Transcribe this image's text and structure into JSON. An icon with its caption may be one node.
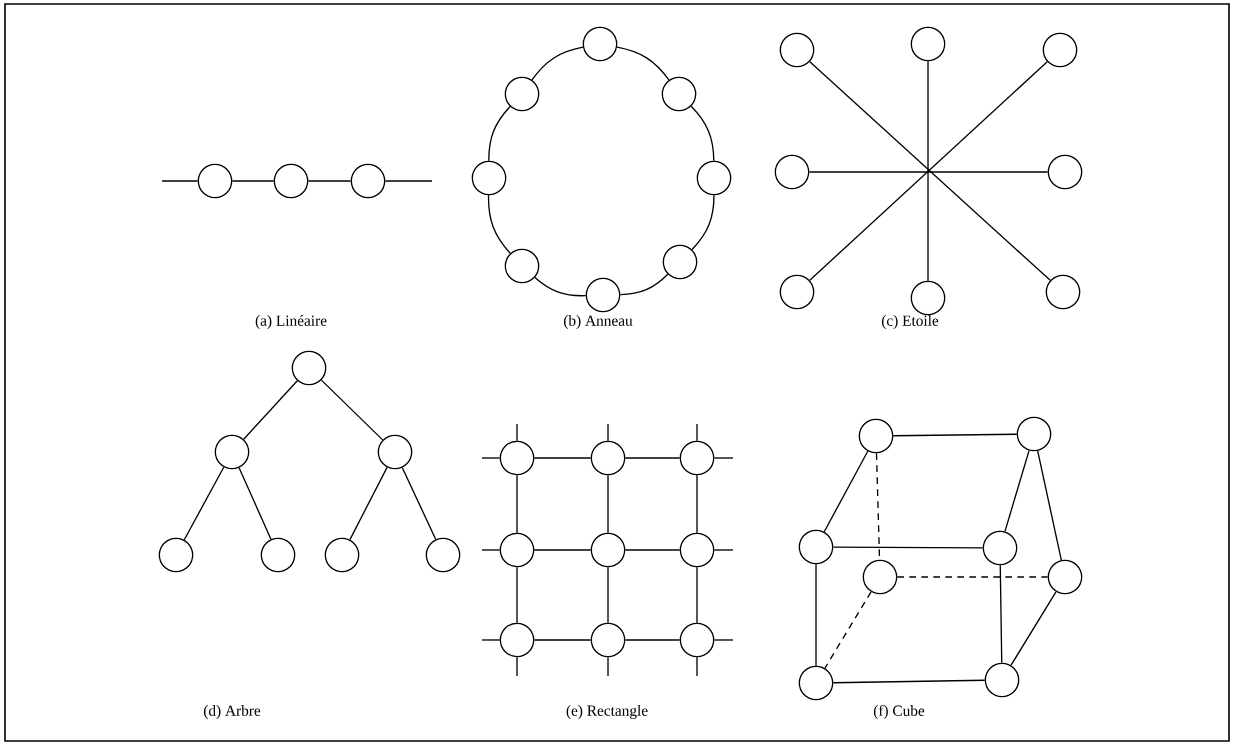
{
  "diagram": {
    "nodes": [
      {
        "text": [],
        "shape": "circle"
      },
      {
        "text": [],
        "shape": "circle"
      },
      {
        "text": [],
        "shape": "circle"
      },
      {
        "text": [],
        "shape": "circle"
      },
      {
        "text": [],
        "shape": "circle"
      },
      {
        "text": [],
        "shape": "circle"
      },
      {
        "text": [],
        "shape": "circle"
      },
      {
        "text": [],
        "shape": "circle"
      },
      {
        "text": [],
        "shape": "circle"
      },
      {
        "text": [],
        "shape": "circle"
      },
      {
        "text": [],
        "shape": "circle"
      },
      {
        "text": [],
        "shape": "circle"
      },
      {
        "text": [],
        "shape": "circle"
      },
      {
        "text": [],
        "shape": "circle"
      },
      {
        "text": [],
        "shape": "circle"
      },
      {
        "text": [],
        "shape": "circle"
      },
      {
        "text": [],
        "shape": "circle"
      },
      {
        "text": [],
        "shape": "circle"
      },
      {
        "text": [],
        "shape": "circle"
      },
      {
        "text": [],
        "shape": "circle"
      },
      {
        "text": [],
        "shape": "circle"
      },
      {
        "text": [],
        "shape": "circle"
      },
      {
        "text": [],
        "shape": "circle"
      },
      {
        "text": [],
        "shape": "circle"
      },
      {
        "text": [],
        "shape": "circle"
      },
      {
        "text": [],
        "shape": "circle"
      },
      {
        "text": [],
        "shape": "circle"
      },
      {
        "text": [],
        "shape": "circle"
      },
      {
        "text": [],
        "shape": "circle"
      },
      {
        "text": [],
        "shape": "circle"
      },
      {
        "text": [],
        "shape": "circle"
      },
      {
        "text": [],
        "shape": "circle"
      },
      {
        "text": [],
        "shape": "circle"
      },
      {
        "text": [],
        "shape": "circle"
      },
      {
        "text": [],
        "shape": "circle"
      },
      {
        "text": [],
        "shape": "circle"
      },
      {
        "text": [],
        "shape": "circle"
      },
      {
        "text": [],
        "shape": "circle"
      },
      {
        "text": [],
        "shape": "circle"
      },
      {
        "text": [],
        "shape": "circle"
      },
      {
        "text": [],
        "shape": "circle"
      },
      {
        "text": [],
        "shape": "circle"
      },
      {
        "text": [],
        "shape": "circle"
      }
    ],
    "edges": [
      {
        "from": null,
        "to": 0,
        "arrow": "none"
      },
      {
        "from": 0,
        "to": 1,
        "arrow": "none"
      },
      {
        "from": 1,
        "to": 2,
        "arrow": "none"
      },
      {
        "from": 2,
        "to": null,
        "arrow": "none"
      },
      {
        "from": 3,
        "to": 4,
        "arrow": "none"
      },
      {
        "from": 4,
        "to": 5,
        "arrow": "none"
      },
      {
        "from": 5,
        "to": 6,
        "arrow": "none"
      },
      {
        "from": 6,
        "to": 7,
        "arrow": "none"
      },
      {
        "from": 7,
        "to": 8,
        "arrow": "none"
      },
      {
        "from": 8,
        "to": 9,
        "arrow": "none"
      },
      {
        "from": 9,
        "to": 10,
        "arrow": "none"
      },
      {
        "from": 10,
        "to": 3,
        "arrow": "none"
      },
      {
        "from": 11,
        "to": 18,
        "arrow": "none"
      },
      {
        "from": 12,
        "to": 17,
        "arrow": "none"
      },
      {
        "from": 13,
        "to": 16,
        "arrow": "none"
      },
      {
        "from": 14,
        "to": 15,
        "arrow": "none"
      },
      {
        "from": 19,
        "to": 20,
        "arrow": "none"
      },
      {
        "from": 19,
        "to": 21,
        "arrow": "none"
      },
      {
        "from": 20,
        "to": 22,
        "arrow": "none"
      },
      {
        "from": 20,
        "to": 23,
        "arrow": "none"
      },
      {
        "from": 21,
        "to": 24,
        "arrow": "none"
      },
      {
        "from": 21,
        "to": 25,
        "arrow": "none"
      },
      {
        "from": 26,
        "to": 27,
        "arrow": "none"
      },
      {
        "from": 27,
        "to": 28,
        "arrow": "none"
      },
      {
        "from": 29,
        "to": 30,
        "arrow": "none"
      },
      {
        "from": 30,
        "to": 31,
        "arrow": "none"
      },
      {
        "from": 32,
        "to": 33,
        "arrow": "none"
      },
      {
        "from": 33,
        "to": 34,
        "arrow": "none"
      },
      {
        "from": 26,
        "to": 29,
        "arrow": "none"
      },
      {
        "from": 29,
        "to": 32,
        "arrow": "none"
      },
      {
        "from": 27,
        "to": 30,
        "arrow": "none"
      },
      {
        "from": 30,
        "to": 33,
        "arrow": "none"
      },
      {
        "from": 28,
        "to": 31,
        "arrow": "none"
      },
      {
        "from": 31,
        "to": 34,
        "arrow": "none"
      },
      {
        "from": null,
        "to": 26,
        "arrow": "none"
      },
      {
        "from": null,
        "to": 29,
        "arrow": "none"
      },
      {
        "from": null,
        "to": 32,
        "arrow": "none"
      },
      {
        "from": 28,
        "to": null,
        "arrow": "none"
      },
      {
        "from": 31,
        "to": null,
        "arrow": "none"
      },
      {
        "from": 34,
        "to": null,
        "arrow": "none"
      },
      {
        "from": null,
        "to": 26,
        "arrow": "none"
      },
      {
        "from": null,
        "to": 27,
        "arrow": "none"
      },
      {
        "from": null,
        "to": 28,
        "arrow": "none"
      },
      {
        "from": 32,
        "to": null,
        "arrow": "none"
      },
      {
        "from": 33,
        "to": null,
        "arrow": "none"
      },
      {
        "from": 34,
        "to": null,
        "arrow": "none"
      },
      {
        "from": 35,
        "to": 36,
        "arrow": "none"
      },
      {
        "from": 35,
        "to": 37,
        "arrow": "none"
      },
      {
        "from": 36,
        "to": 38,
        "arrow": "none"
      },
      {
        "from": 37,
        "to": 38,
        "arrow": "none"
      },
      {
        "from": 37,
        "to": 41,
        "arrow": "none"
      },
      {
        "from": 38,
        "to": 42,
        "arrow": "none"
      },
      {
        "from": 41,
        "to": 42,
        "arrow": "none"
      },
      {
        "from": 36,
        "to": 40,
        "arrow": "none"
      },
      {
        "from": 40,
        "to": 42,
        "arrow": "none"
      },
      {
        "from": 35,
        "to": 39,
        "arrow": "none",
        "style": "dashed"
      },
      {
        "from": 39,
        "to": 40,
        "arrow": "none",
        "style": "dashed"
      },
      {
        "from": 39,
        "to": 41,
        "arrow": "none",
        "style": "dashed"
      }
    ],
    "labels": [
      "(a) Linéaire",
      "(b) Anneau",
      "(c) Etoile",
      "(d) Arbre",
      "(e) Rectangle",
      "(f) Cube"
    ]
  }
}
